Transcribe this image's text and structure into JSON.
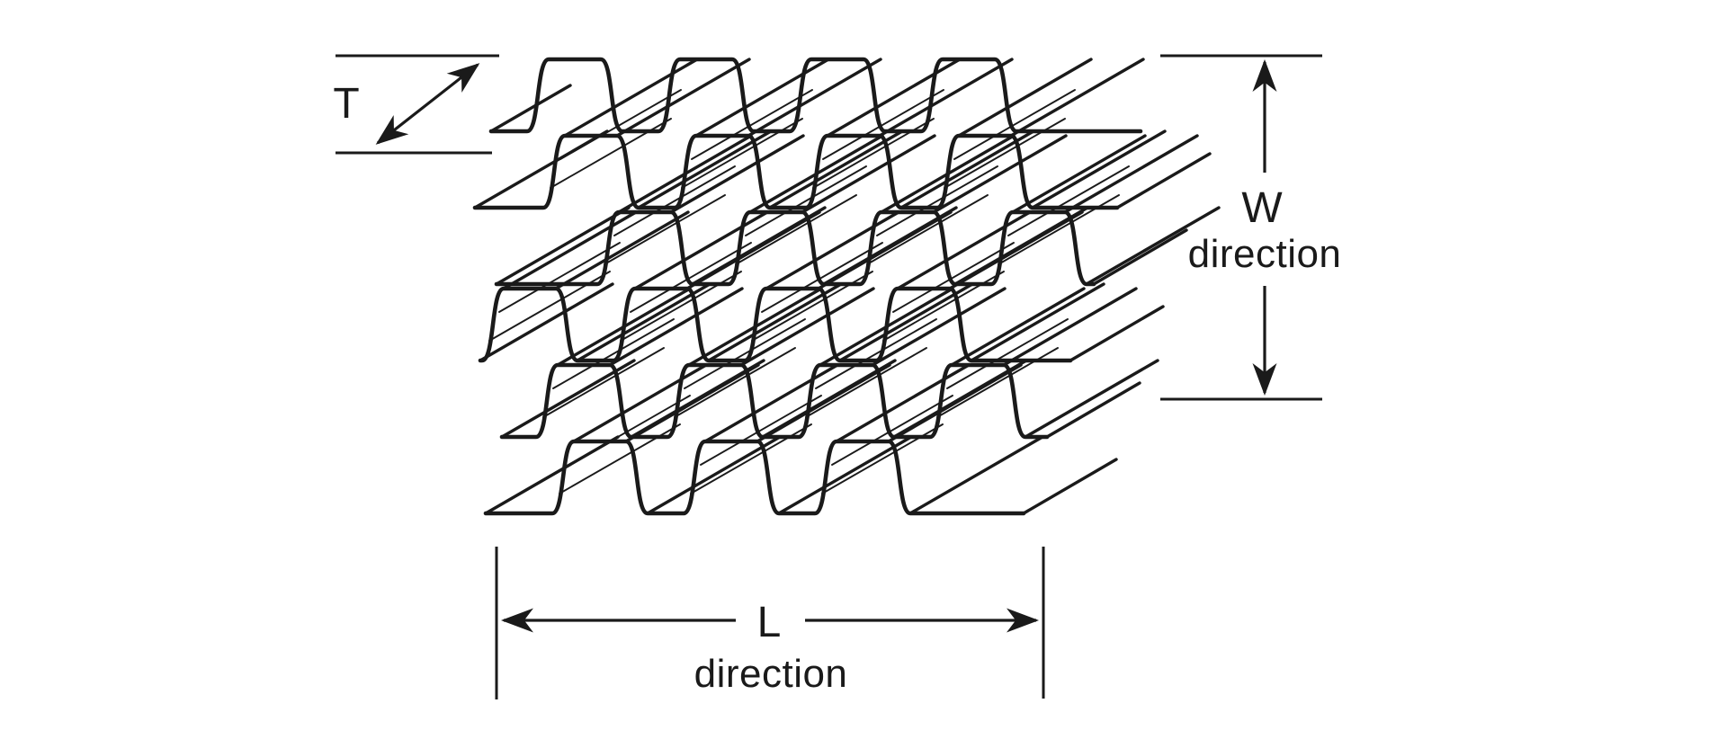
{
  "page": {
    "background_color": "#ffffff",
    "line_color": "#1a1a1a"
  },
  "diagram": {
    "description": "Isometric line drawing of corrugated flex-core honeycomb core material with ribbon and hatch lines",
    "labels": {
      "t_axis": "T",
      "w_axis": "W",
      "w_direction_word": "direction",
      "l_axis": "L",
      "l_direction_word": "direction"
    },
    "icons": {
      "t_arrow": "double-headed-diagonal-arrow",
      "w_arrow_top": "arrow-up",
      "w_arrow_bottom": "arrow-down",
      "l_arrow_left": "arrow-left",
      "l_arrow_right": "arrow-right"
    }
  }
}
